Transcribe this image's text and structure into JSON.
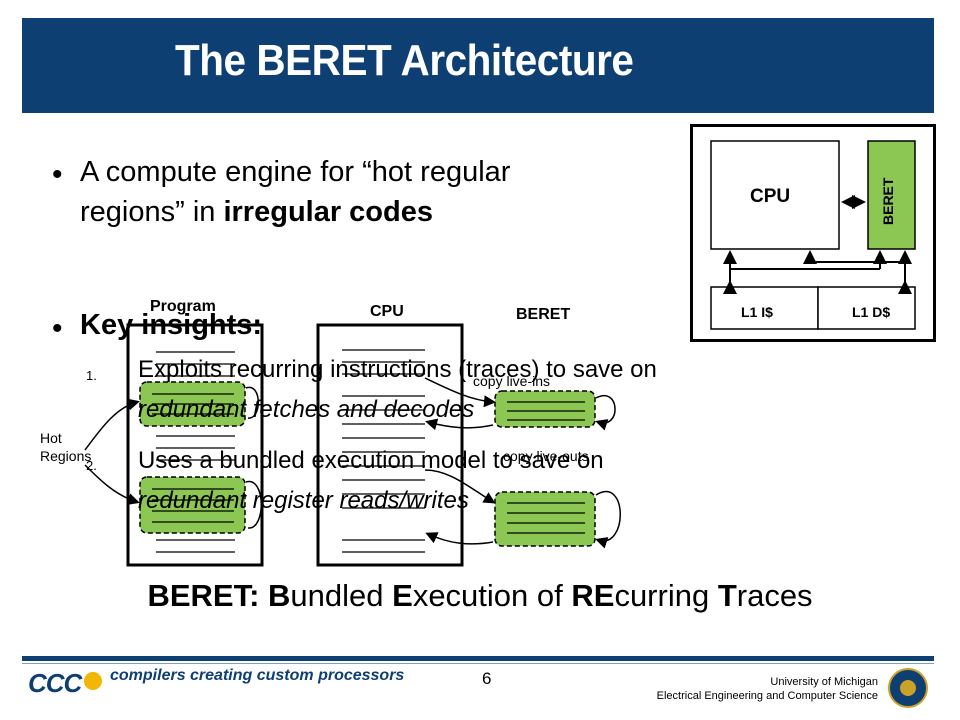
{
  "slide": {
    "title": "The BERET Architecture",
    "bullets": [
      {
        "line1": "A compute engine for “hot regular",
        "line2_plain": "regions” in ",
        "line2_bold": "irregular codes"
      },
      {
        "text": "Key insights:"
      }
    ],
    "sub_items": [
      {
        "num": "1.",
        "line1": "Exploits recurring instructions (traces) to save on",
        "line2": "redundant fetches and decodes"
      },
      {
        "num": "2.",
        "line1": "Uses a bundled execution model to save on",
        "line2": "redundant register reads/writes"
      }
    ],
    "caption": {
      "p1": "BERET: ",
      "b1": "B",
      "p2": "undled ",
      "b2": "E",
      "p3": "xecution of ",
      "b3": "RE",
      "p4": "curring ",
      "b4": "T",
      "p5": "races"
    }
  },
  "arch_diagram": {
    "cpu_label": "CPU",
    "beret_label": "BERET",
    "l1i_label": "L1 I$",
    "l1d_label": "L1 D$",
    "beret_color": "#8cc653"
  },
  "flow_diagram": {
    "program_label": "Program",
    "cpu_label": "CPU",
    "beret_label": "BERET",
    "hot_regions_label": "Hot\nRegions",
    "copy_live_ins": "copy live-ins",
    "copy_live_outs": "copy live-outs",
    "hot_color": "#8cc653"
  },
  "footer": {
    "logo_text": "CCC",
    "tagline": "compilers creating custom processors",
    "page": "6",
    "university": "University of Michigan",
    "department": "Electrical Engineering and Computer Science"
  }
}
